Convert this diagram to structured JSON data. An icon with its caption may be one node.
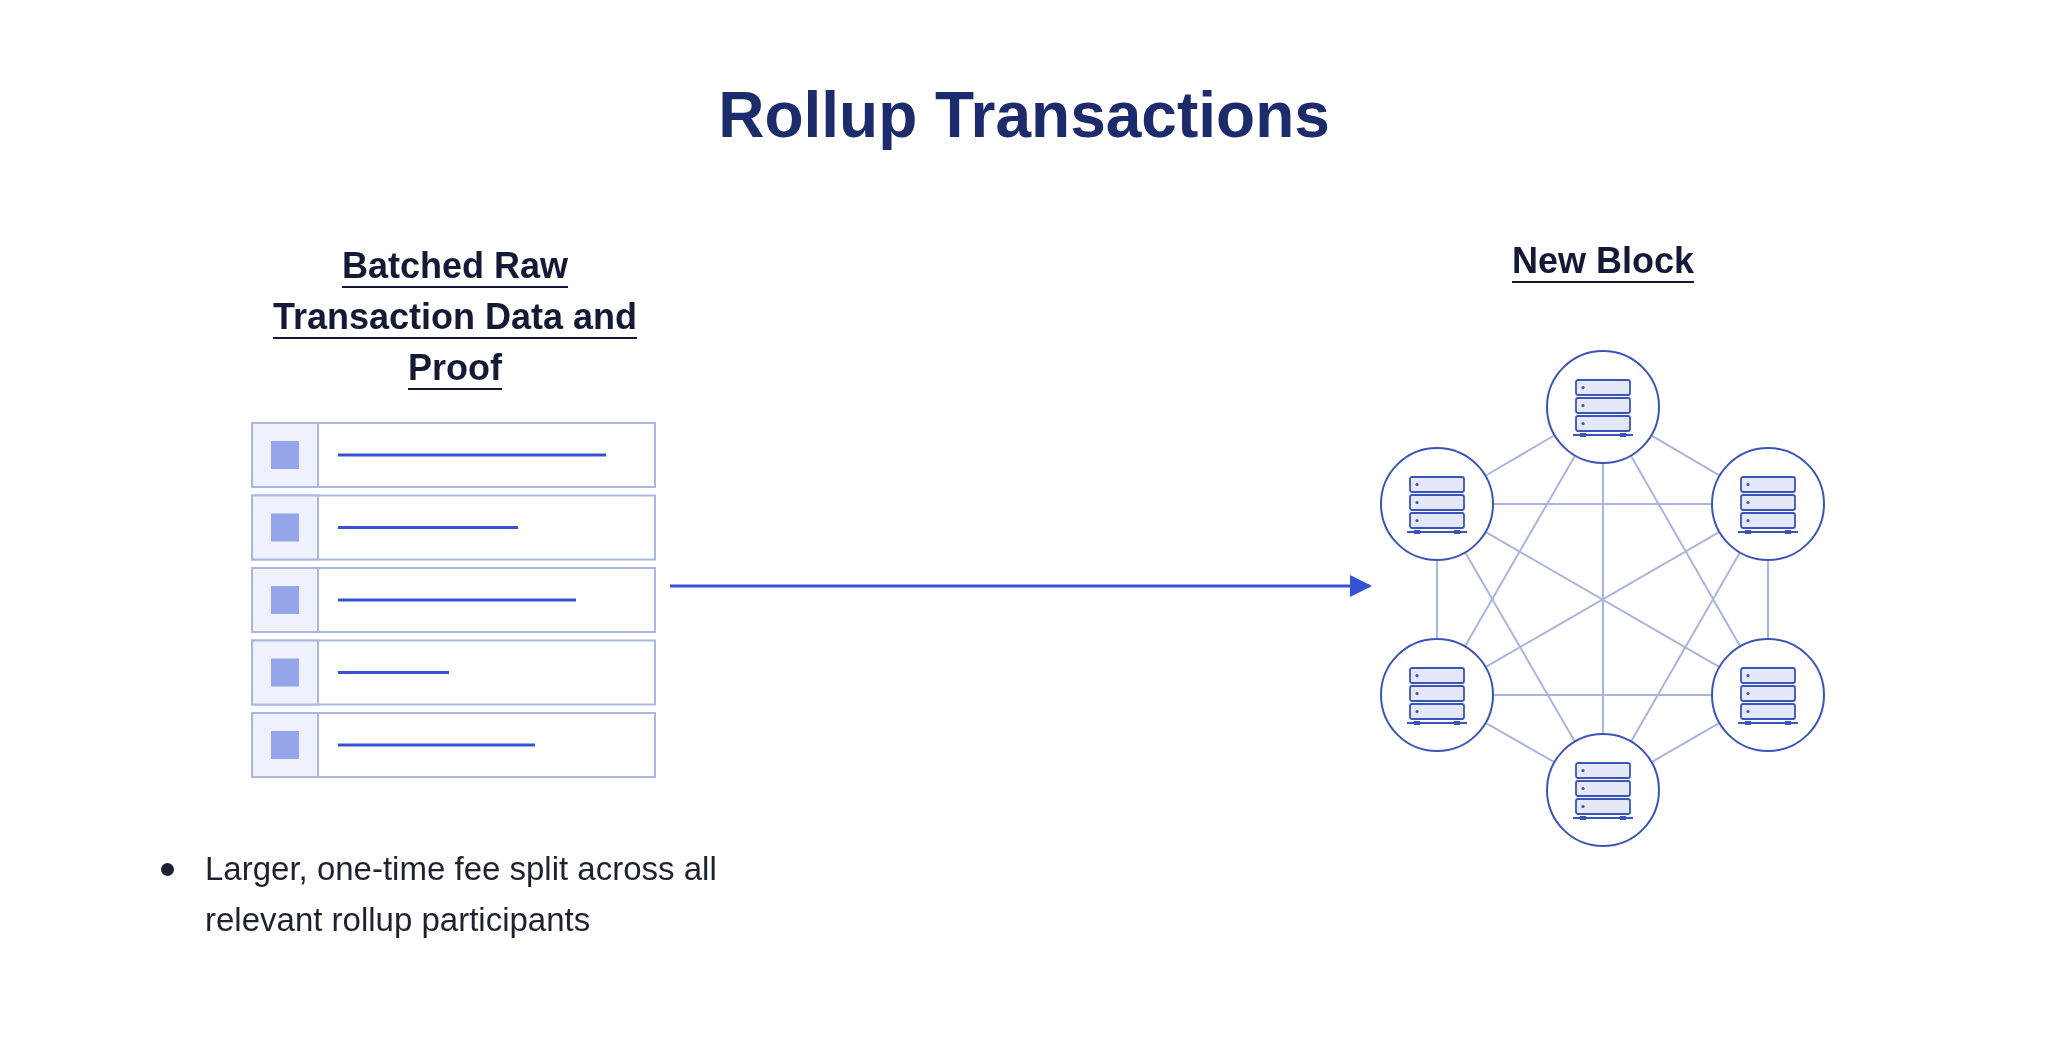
{
  "diagram": {
    "title": "Rollup Transactions",
    "nodes": [
      {
        "text": [
          "Batched Raw Transaction Data and Proof"
        ]
      },
      {
        "text": [
          "New Block"
        ]
      },
      {
        "text": [],
        "shape": "circle",
        "in": 1
      },
      {
        "text": [],
        "shape": "circle",
        "in": 1
      },
      {
        "text": [],
        "shape": "circle",
        "in": 1
      },
      {
        "text": [],
        "shape": "circle",
        "in": 1
      },
      {
        "text": [],
        "shape": "circle",
        "in": 1
      },
      {
        "text": [],
        "shape": "circle",
        "in": 1
      }
    ],
    "edges": [
      {
        "from": 0,
        "to": 1,
        "arrow": "to",
        "color": "#3452d1"
      },
      {
        "from": 2,
        "to": 3,
        "arrow": "none"
      },
      {
        "from": 2,
        "to": 4,
        "arrow": "none"
      },
      {
        "from": 2,
        "to": 5,
        "arrow": "none"
      },
      {
        "from": 2,
        "to": 6,
        "arrow": "none"
      },
      {
        "from": 2,
        "to": 7,
        "arrow": "none"
      },
      {
        "from": 3,
        "to": 4,
        "arrow": "none"
      },
      {
        "from": 3,
        "to": 5,
        "arrow": "none"
      },
      {
        "from": 3,
        "to": 6,
        "arrow": "none"
      },
      {
        "from": 3,
        "to": 7,
        "arrow": "none"
      },
      {
        "from": 4,
        "to": 5,
        "arrow": "none"
      },
      {
        "from": 4,
        "to": 6,
        "arrow": "none"
      },
      {
        "from": 4,
        "to": 7,
        "arrow": "none"
      },
      {
        "from": 5,
        "to": 6,
        "arrow": "none"
      },
      {
        "from": 5,
        "to": 7,
        "arrow": "none"
      },
      {
        "from": 6,
        "to": 7,
        "arrow": "none"
      }
    ],
    "labels": [
      "Larger, one-time fee split across all relevant rollup participants"
    ]
  }
}
